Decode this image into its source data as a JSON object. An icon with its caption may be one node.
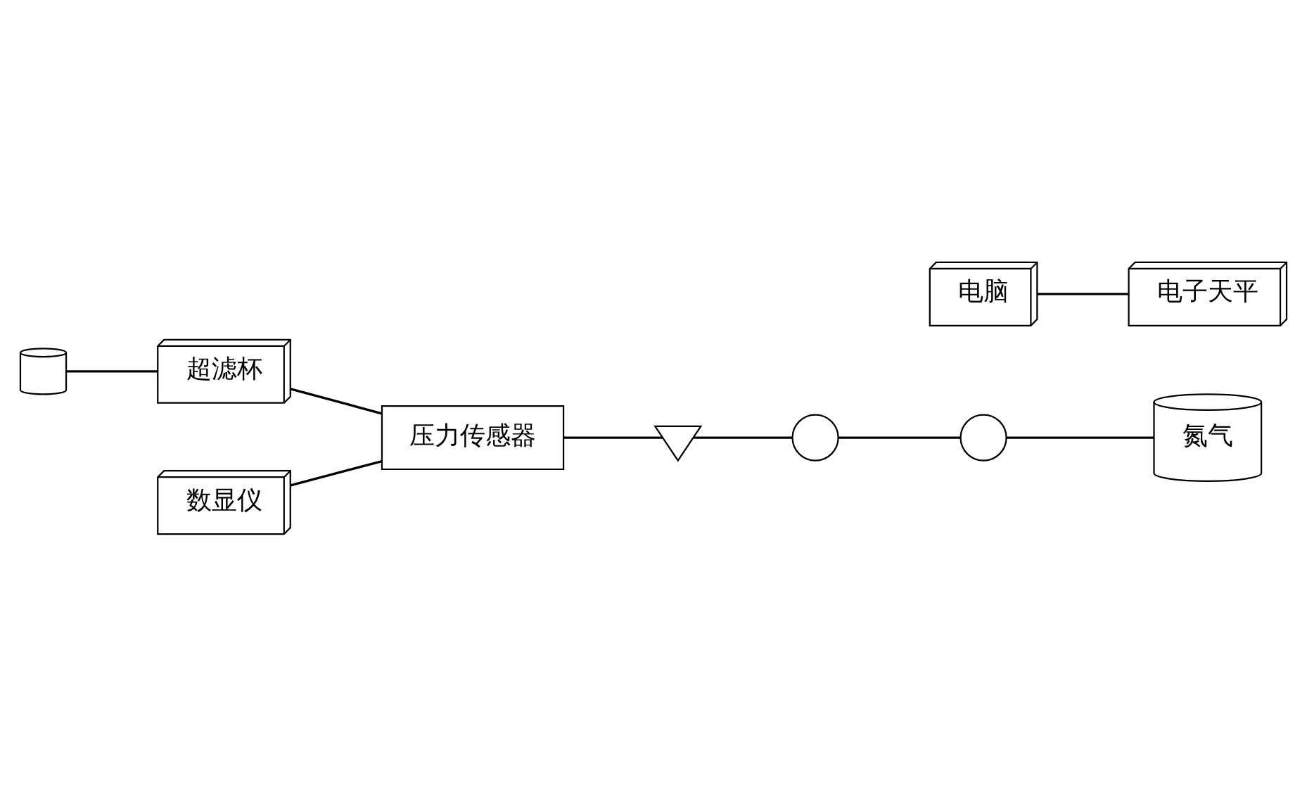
{
  "diagram": {
    "nodes": [
      {
        "text": [
          "超滤杯"
        ]
      },
      {
        "text": [
          "压力传感器"
        ]
      },
      {
        "text": [
          "数显仪"
        ]
      },
      {
        "text": [],
        "shape": "valve"
      },
      {
        "text": [],
        "shape": "circle"
      },
      {
        "text": [],
        "shape": "circle"
      },
      {
        "text": [
          "氮气"
        ]
      },
      {
        "text": [],
        "shape": "cylinder"
      },
      {
        "text": [
          "电子天平"
        ]
      },
      {
        "text": [
          "电脑"
        ]
      }
    ],
    "edges": [
      {
        "from": 6,
        "to": 5,
        "arrow": "none"
      },
      {
        "from": 5,
        "to": 4,
        "arrow": "none"
      },
      {
        "from": 4,
        "to": 3,
        "arrow": "none"
      },
      {
        "from": 3,
        "to": 1,
        "arrow": "none"
      },
      {
        "from": 1,
        "to": 0,
        "arrow": "none"
      },
      {
        "from": 1,
        "to": 2,
        "arrow": "none"
      },
      {
        "from": 0,
        "to": 7,
        "arrow": "none"
      },
      {
        "from": 8,
        "to": 9,
        "arrow": "none"
      }
    ]
  }
}
